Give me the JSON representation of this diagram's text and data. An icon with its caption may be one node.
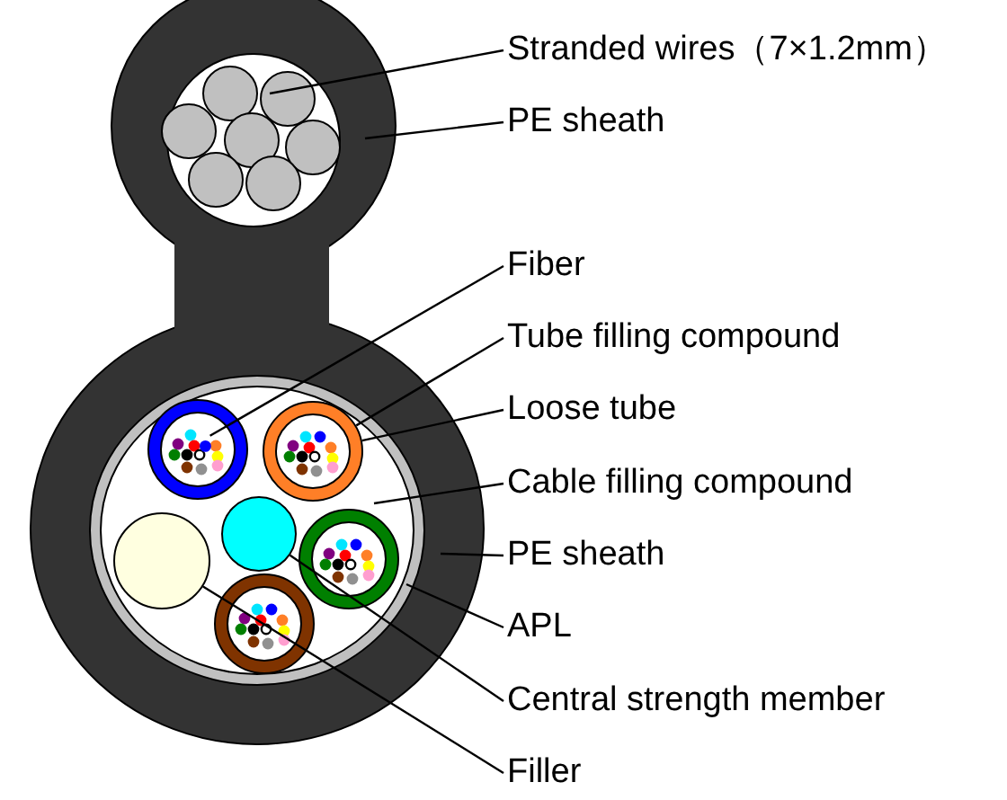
{
  "diagram": {
    "nodes": [
      {
        "text": [
          "Stranded wires（7×1.2mm）"
        ]
      },
      {
        "text": [
          "PE sheath"
        ]
      },
      {
        "text": [
          "Fiber"
        ]
      },
      {
        "text": [
          "Tube filling compound"
        ]
      },
      {
        "text": [
          "Loose tube"
        ]
      },
      {
        "text": [
          "Cable filling compound"
        ]
      },
      {
        "text": [
          "PE sheath"
        ]
      },
      {
        "text": [
          "APL"
        ]
      },
      {
        "text": [
          "Central strength member"
        ]
      },
      {
        "text": [
          "Filler"
        ]
      },
      {
        "text": [],
        "shape": "circle"
      },
      {
        "text": [],
        "shape": "circle"
      },
      {
        "text": [],
        "shape": "circle"
      },
      {
        "text": [],
        "shape": "circle"
      }
    ],
    "edges": [
      {
        "from": 0,
        "to": null,
        "arrow": "none"
      },
      {
        "from": 1,
        "to": null,
        "arrow": "none"
      },
      {
        "from": 2,
        "to": 10,
        "arrow": "none"
      },
      {
        "from": 3,
        "to": 11,
        "arrow": "none"
      },
      {
        "from": 4,
        "to": 11,
        "arrow": "none"
      },
      {
        "from": 5,
        "to": null,
        "arrow": "none"
      },
      {
        "from": 6,
        "to": null,
        "arrow": "none"
      },
      {
        "from": 7,
        "to": null,
        "arrow": "none"
      },
      {
        "from": 8,
        "to": 12,
        "arrow": "none"
      },
      {
        "from": 9,
        "to": 13,
        "arrow": "none"
      }
    ]
  }
}
